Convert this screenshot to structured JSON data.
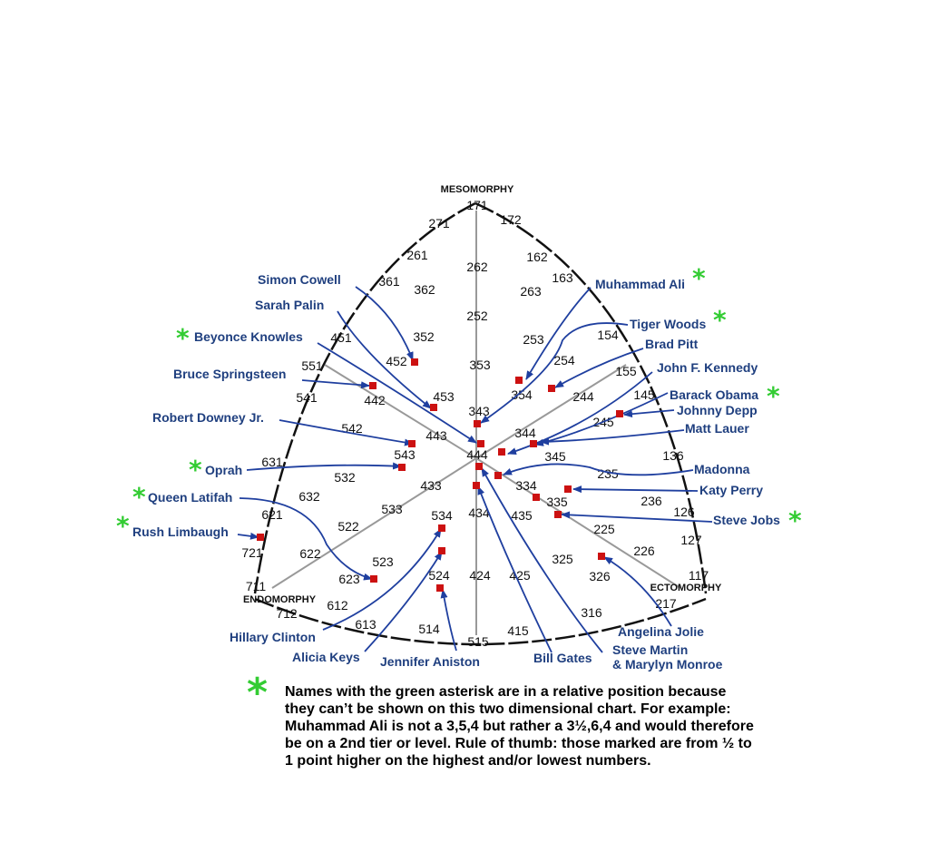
{
  "axes": {
    "top": "MESOMORPHY",
    "left": "ENDOMORPHY",
    "right": "ECTOMORPHY"
  },
  "numbers": [
    "171",
    "271",
    "172",
    "261",
    "162",
    "163",
    "262",
    "361",
    "362",
    "263",
    "252",
    "352",
    "253",
    "451",
    "154",
    "254",
    "353",
    "551",
    "452",
    "155",
    "354",
    "244",
    "541",
    "442",
    "453",
    "145",
    "343",
    "542",
    "443",
    "245",
    "344",
    "444",
    "543",
    "345",
    "136",
    "631",
    "532",
    "334",
    "235",
    "433",
    "632",
    "335",
    "236",
    "621",
    "533",
    "534",
    "434",
    "435",
    "126",
    "522",
    "225",
    "127",
    "721",
    "622",
    "226",
    "523",
    "623",
    "524",
    "424",
    "425",
    "325",
    "117",
    "711",
    "326",
    "712",
    "612",
    "217",
    "316",
    "613",
    "514",
    "515",
    "415"
  ],
  "people": [
    "Simon Cowell",
    "Sarah Palin",
    "Beyonce Knowles",
    "Bruce Springsteen",
    "Robert Downey Jr.",
    "Oprah",
    "Queen Latifah",
    "Rush Limbaugh",
    "Hillary Clinton",
    "Alicia Keys",
    "Jennifer Aniston",
    "Bill Gates",
    "Steve Martin",
    "& Marylyn Monroe",
    "Angelina Jolie",
    "Muhammad Ali",
    "Tiger Woods",
    "Brad Pitt",
    "John F. Kennedy",
    "Barack Obama",
    "Johnny Depp",
    "Matt Lauer",
    "Madonna",
    "Katy Perry",
    "Steve Jobs"
  ],
  "star_symbol": "*",
  "note": {
    "symbol": "*",
    "text": "Names with the green asterisk are in a relative position because they can’t be shown on this two dimensional chart.  For example:  Muhammad Ali is not a 3,5,4 but rather  a 3½,6,4 and would therefore be on a 2nd tier or level.  Rule of thumb:  those marked are from ½ to 1 point higher on the highest and/or lowest numbers."
  },
  "colors": {
    "name": "#1f3f7f",
    "arrow": "#1f3f9f",
    "marker": "#cc1111",
    "star": "#33cc33",
    "outline": "#111111",
    "axis_line": "#999999"
  }
}
